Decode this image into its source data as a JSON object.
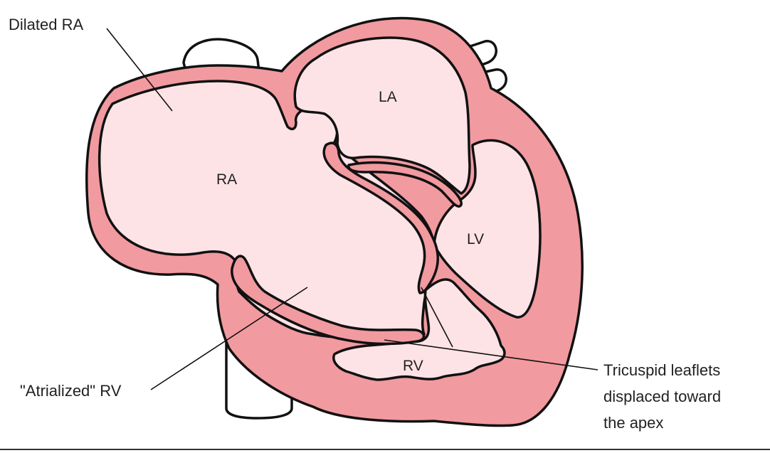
{
  "labels": {
    "dilated_ra": "Dilated RA",
    "ra": "RA",
    "la": "LA",
    "lv": "LV",
    "rv": "RV",
    "atrialized_rv": "\"Atrialized\" RV",
    "tricuspid_line1": "Tricuspid leaflets",
    "tricuspid_line2": "displaced toward",
    "tricuspid_line3": "the apex"
  },
  "colors": {
    "muscle": "#f19aa0",
    "chamber": "#fde3e6",
    "vessel": "#ffffff",
    "outline": "#111111",
    "text": "#231f20"
  }
}
